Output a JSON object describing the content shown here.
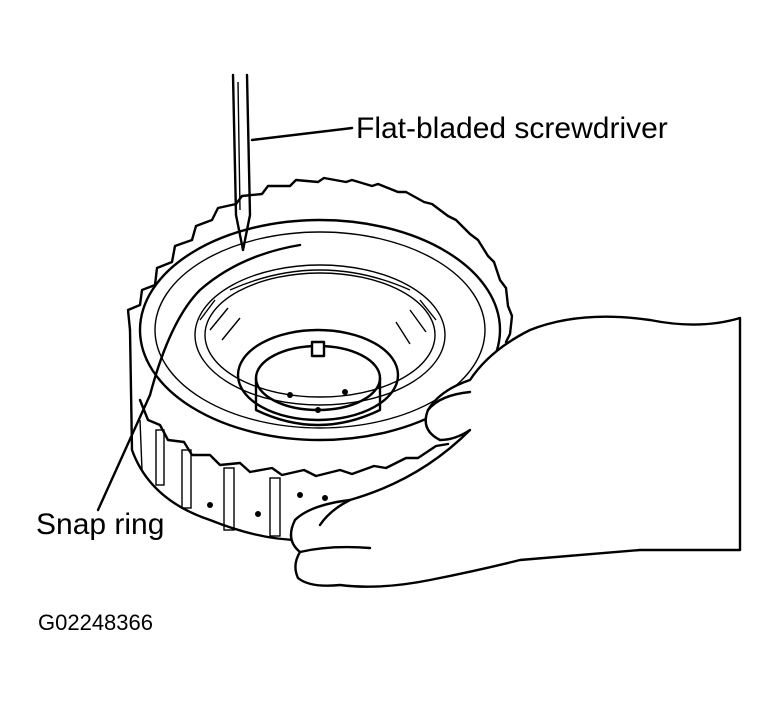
{
  "labels": {
    "screwdriver": "Flat-bladed screwdriver",
    "snap_ring": "Snap ring",
    "figure_code": "G02248366"
  },
  "icons": [
    "clutch-drum-illustration",
    "screwdriver-illustration",
    "hand-illustration"
  ],
  "colors": {
    "ink": "#000000",
    "background": "#ffffff"
  }
}
